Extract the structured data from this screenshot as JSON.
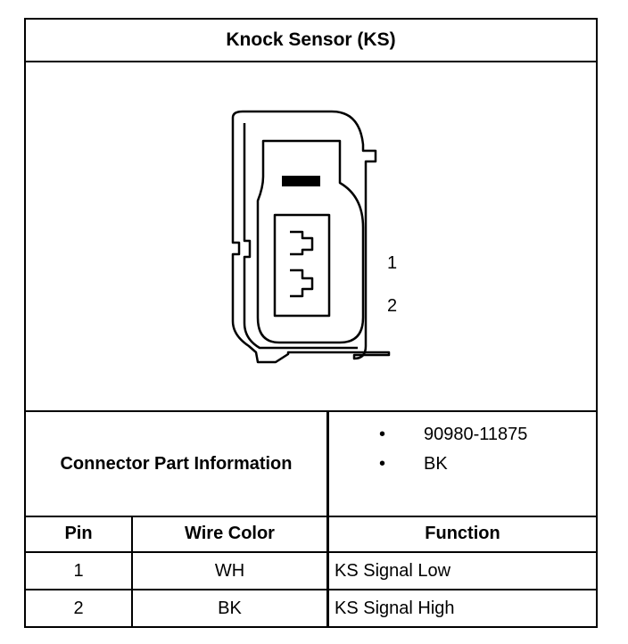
{
  "title": "Knock Sensor (KS)",
  "connector": {
    "pin_labels": [
      "1",
      "2"
    ]
  },
  "part_info": {
    "label": "Connector Part Information",
    "items": [
      "90980-11875",
      "BK"
    ],
    "bullet": "•"
  },
  "table": {
    "headers": [
      "Pin",
      "Wire Color",
      "Function"
    ],
    "rows": [
      [
        "1",
        "WH",
        "KS Signal Low"
      ],
      [
        "2",
        "BK",
        "KS Signal High"
      ]
    ]
  }
}
